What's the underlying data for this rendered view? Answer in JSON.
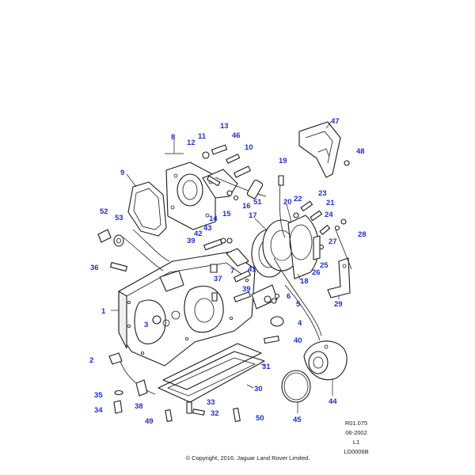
{
  "callouts": [
    "1",
    "2",
    "3",
    "4",
    "5",
    "6",
    "7",
    "8",
    "9",
    "10",
    "11",
    "12",
    "13",
    "14",
    "15",
    "16",
    "17",
    "18",
    "19",
    "20",
    "21",
    "22",
    "23",
    "24",
    "25",
    "26",
    "27",
    "28",
    "29",
    "30",
    "31",
    "32",
    "33",
    "34",
    "35",
    "36",
    "37",
    "38",
    "39",
    "39",
    "40",
    "41",
    "42",
    "43",
    "44",
    "45",
    "46",
    "47",
    "48",
    "49",
    "50",
    "51",
    "52",
    "53"
  ],
  "reference": {
    "code": "R01.075",
    "date": "06-2002",
    "level": "L1",
    "drawing": "LD0006B"
  },
  "copyright": "© Copyright, 2016. Jaguar Land Rover Limited.",
  "colors": {
    "callout": "#1f2fd2",
    "line": "#1a1a1a"
  }
}
